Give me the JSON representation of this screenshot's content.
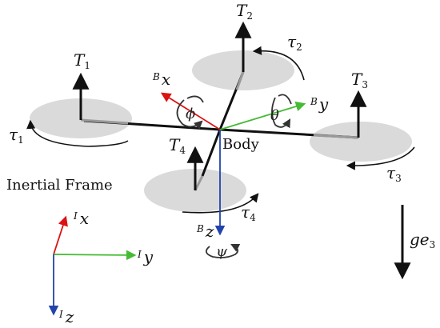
{
  "labels": {
    "T1": "T",
    "T1_sub": "1",
    "T2": "T",
    "T2_sub": "2",
    "T3": "T",
    "T3_sub": "3",
    "T4": "T",
    "T4_sub": "4",
    "tau": "τ",
    "tau1_sub": "1",
    "tau2_sub": "2",
    "tau3_sub": "3",
    "tau4_sub": "4",
    "B": "B",
    "Bx": "x",
    "By": "y",
    "Bz": "z",
    "I": "I",
    "Ix": "x",
    "Iy": "y",
    "Iz": "z",
    "phi": "ϕ",
    "theta": "θ",
    "psi": "ψ",
    "body": "Body",
    "inertial_frame": "Inertial Frame",
    "gravity": "ge",
    "gravity_sub": "3"
  },
  "colors": {
    "body_x_axis": "#dd1111",
    "body_y_axis": "#44bb33",
    "body_z_axis": "#2244aa",
    "rotor_disc": "#dadada",
    "frame": "#111111"
  }
}
